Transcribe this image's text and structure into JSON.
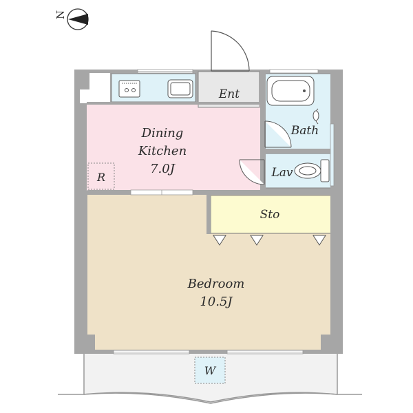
{
  "compass": {
    "label": "N"
  },
  "rooms": {
    "entrance": {
      "label": "Ent"
    },
    "dining_kitchen": {
      "line1": "Dining",
      "line2": "Kitchen",
      "size": "7.0J"
    },
    "bath": {
      "label": "Bath"
    },
    "lavatory": {
      "label": "Lav"
    },
    "storage": {
      "label": "Sto"
    },
    "bedroom": {
      "line1": "Bedroom",
      "size": "10.5J"
    },
    "refrigerator": {
      "label": "R"
    },
    "washer": {
      "label": "W"
    }
  },
  "colors": {
    "wall": "#a6a6a6",
    "dining_kitchen": "#fbe2e8",
    "bedroom": "#efe2c8",
    "storage": "#fdfbd0",
    "wet_area": "#dff2f8",
    "entrance": "#e8e8e8",
    "balcony": "#f2f2f2"
  }
}
